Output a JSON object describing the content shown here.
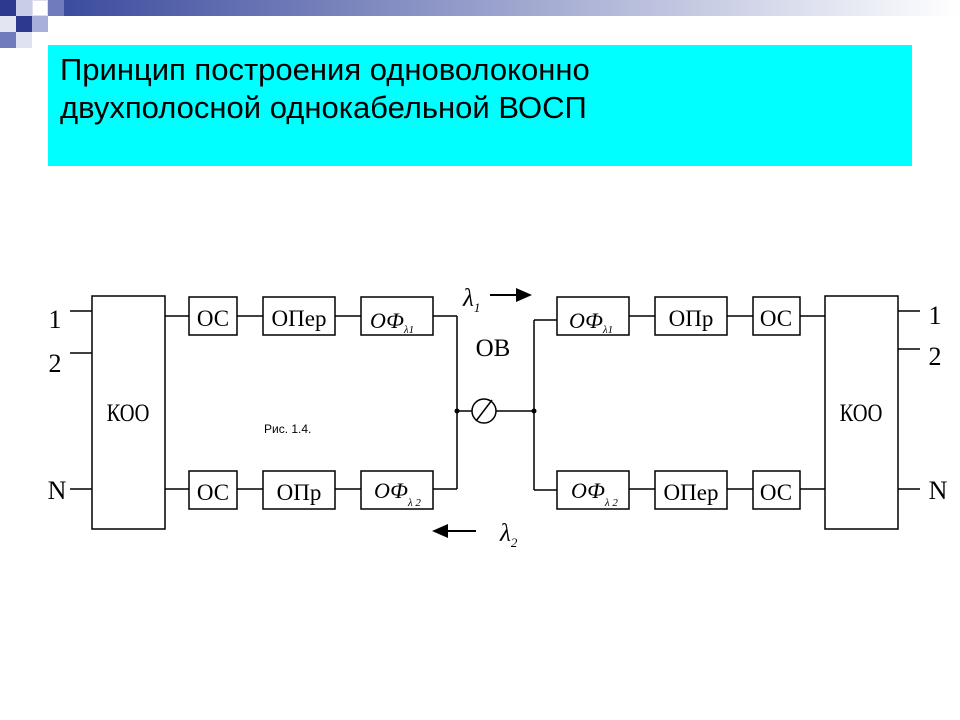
{
  "slide": {
    "title_line1": "Принцип построения одноволоконно",
    "title_line2": "двухполосной однокабельной ВОСП",
    "accent_color": "#00ffff",
    "bar_color": "#4a5aa6"
  },
  "diagram": {
    "caption": "Рис. 1.4.",
    "left_koo": "КОО",
    "right_koo": "КОО",
    "left_ports": [
      "1",
      "2",
      "N"
    ],
    "right_ports": [
      "1",
      "2",
      "N"
    ],
    "left_top": {
      "os": "ОС",
      "op": "ОПер",
      "of": "ОФ",
      "of_sub": "λ1"
    },
    "left_bottom": {
      "os": "ОС",
      "op": "ОПр",
      "of": "ОФ",
      "of_sub": "λ 2"
    },
    "right_top": {
      "of": "ОФ",
      "of_sub": "λ1",
      "op": "ОПр",
      "os": "ОС"
    },
    "right_bottom": {
      "of": "ОФ",
      "of_sub": "λ 2",
      "op": "ОПер",
      "os": "ОС"
    },
    "fiber_label": "ОВ",
    "lambda1": {
      "symbol": "λ",
      "index": "1"
    },
    "lambda2": {
      "symbol": "λ",
      "index": "2"
    }
  }
}
